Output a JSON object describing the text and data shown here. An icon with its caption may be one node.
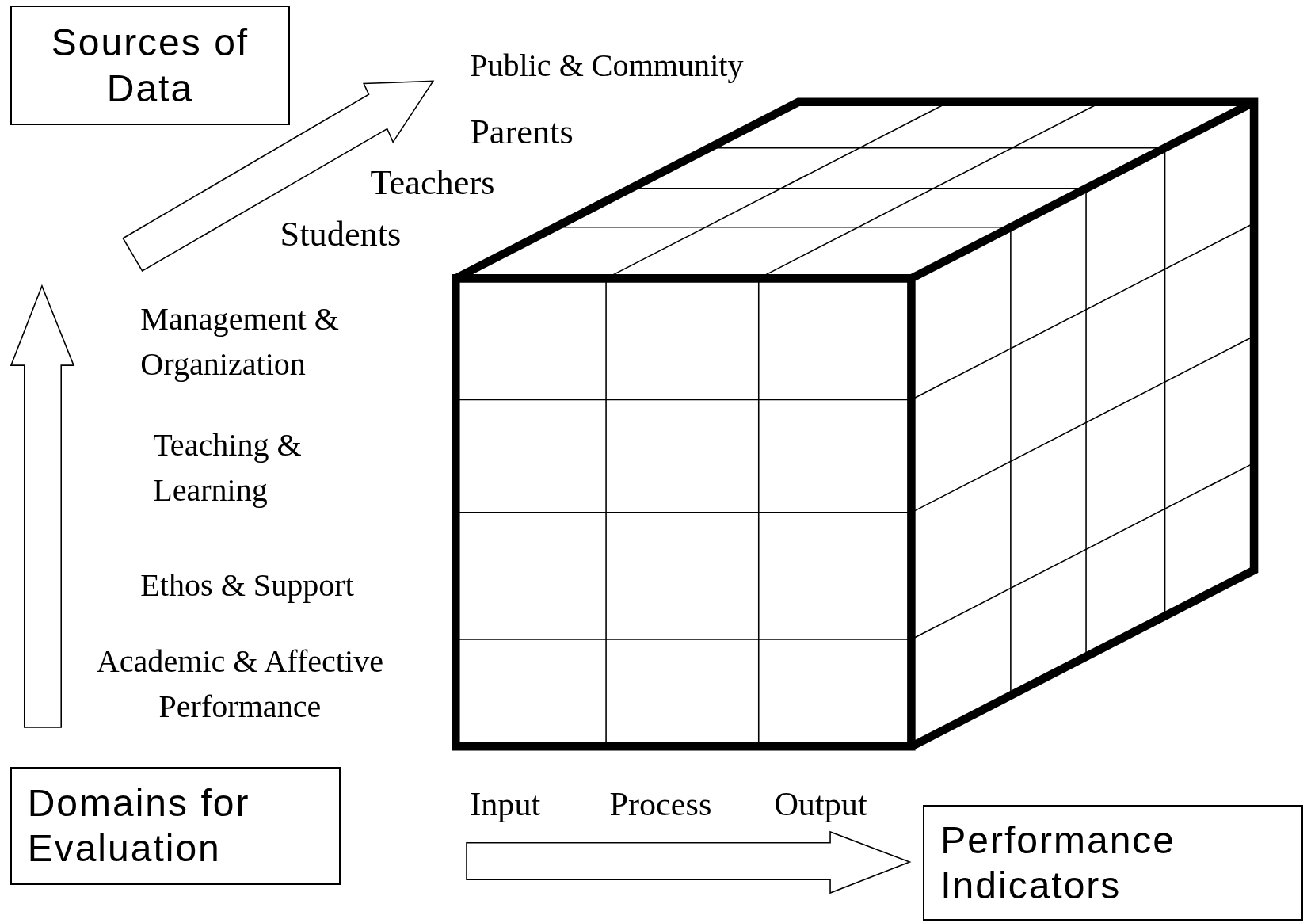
{
  "diagram": {
    "nodes": [
      {
        "text": [
          "Sources of Data"
        ]
      },
      {
        "text": [
          "Domains for Evaluation"
        ]
      },
      {
        "text": [
          "Performance Indicators"
        ]
      }
    ],
    "labels": [
      "Public & Community",
      "Parents",
      "Teachers",
      "Students",
      "Management & Organization",
      "Teaching & Learning",
      "Ethos & Support",
      "Academic & Affective Performance",
      "Input",
      "Process",
      "Output"
    ]
  }
}
